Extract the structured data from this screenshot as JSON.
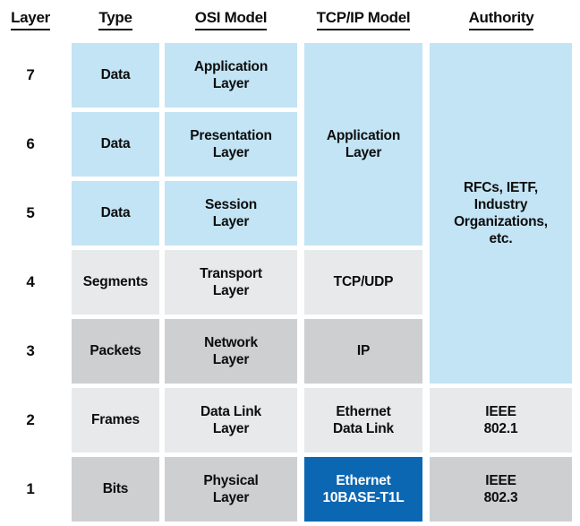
{
  "title": "OSI Model vs TCP/IP Model layer comparison table",
  "colors": {
    "light_blue": "#c2e4f5",
    "light_gray": "#e7e9ea",
    "mid_gray": "#cdcfd0",
    "accent_blue": "#0c67b3",
    "text": "#0d0d0d",
    "accent_text": "#ffffff",
    "background": "#ffffff"
  },
  "headers": {
    "layer": "Layer",
    "type": "Type",
    "osi": "OSI Model",
    "tcpip": "TCP/IP Model",
    "authority": "Authority"
  },
  "rows": [
    {
      "layer": "7",
      "type": "Data",
      "osi_line1": "Application",
      "osi_line2": "Layer",
      "fill": "light_blue"
    },
    {
      "layer": "6",
      "type": "Data",
      "osi_line1": "Presentation",
      "osi_line2": "Layer",
      "fill": "light_blue"
    },
    {
      "layer": "5",
      "type": "Data",
      "osi_line1": "Session",
      "osi_line2": "Layer",
      "fill": "light_blue"
    },
    {
      "layer": "4",
      "type": "Segments",
      "osi_line1": "Transport",
      "osi_line2": "Layer",
      "fill": "light_gray"
    },
    {
      "layer": "3",
      "type": "Packets",
      "osi_line1": "Network",
      "osi_line2": "Layer",
      "fill": "mid_gray"
    },
    {
      "layer": "2",
      "type": "Frames",
      "osi_line1": "Data Link",
      "osi_line2": "Layer",
      "fill": "light_gray"
    },
    {
      "layer": "1",
      "type": "Bits",
      "osi_line1": "Physical",
      "osi_line2": "Layer",
      "fill": "mid_gray"
    }
  ],
  "tcpip_cells": [
    {
      "label_line1": "Application",
      "label_line2": "Layer",
      "spans_layers": "7-5",
      "fill": "light_blue"
    },
    {
      "label_line1": "TCP/UDP",
      "label_line2": "",
      "spans_layers": "4",
      "fill": "light_gray"
    },
    {
      "label_line1": "IP",
      "label_line2": "",
      "spans_layers": "3",
      "fill": "mid_gray"
    },
    {
      "label_line1": "Ethernet",
      "label_line2": "Data Link",
      "spans_layers": "2",
      "fill": "light_gray"
    },
    {
      "label_line1": "Ethernet",
      "label_line2": "10BASE-T1L",
      "spans_layers": "1",
      "fill": "accent_blue",
      "highlighted": true
    }
  ],
  "authority_cells": [
    {
      "line1": "RFCs, IETF,",
      "line2": "Industry",
      "line3": "Organizations,",
      "line4": "etc.",
      "spans_layers": "7-3",
      "fill": "light_blue"
    },
    {
      "line1": "IEEE",
      "line2": "802.1",
      "spans_layers": "2",
      "fill": "light_gray"
    },
    {
      "line1": "IEEE",
      "line2": "802.3",
      "spans_layers": "1",
      "fill": "mid_gray"
    }
  ]
}
